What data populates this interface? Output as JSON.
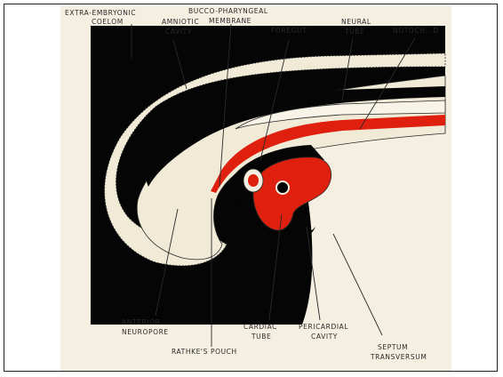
{
  "figure": {
    "labels": {
      "extra_embryonic_coelom": [
        "EXTRA-EMBRYONIC",
        "COELOM"
      ],
      "amniotic_cavity": [
        "AMNIOTIC",
        "CAVITY"
      ],
      "bucco_pharyngeal_membrane": [
        "BUCCO-PHARYNGEAL",
        "MEMBRANE"
      ],
      "foregut": "FOREGUT",
      "neural_tube": [
        "NEURAL",
        "TUBE"
      ],
      "notochord": "NOTOCH...D",
      "anterior_neuropore": [
        "ANTERIOR",
        "NEUROPORE"
      ],
      "cardiac_tube": [
        "CARDIAC",
        "TUBE"
      ],
      "pericardial_cavity": [
        "PERICARDIAL",
        "CAVITY"
      ],
      "rathkes_pouch": "RATHKE'S POUCH",
      "septum_transversum": [
        "SEPTUM",
        "TRANSVERSUM"
      ]
    },
    "colors": {
      "background": "#050505",
      "paper": "#f4efe0",
      "tissue": "#f1ead6",
      "red": "#e0200e",
      "label": "#2a2a2a"
    }
  }
}
